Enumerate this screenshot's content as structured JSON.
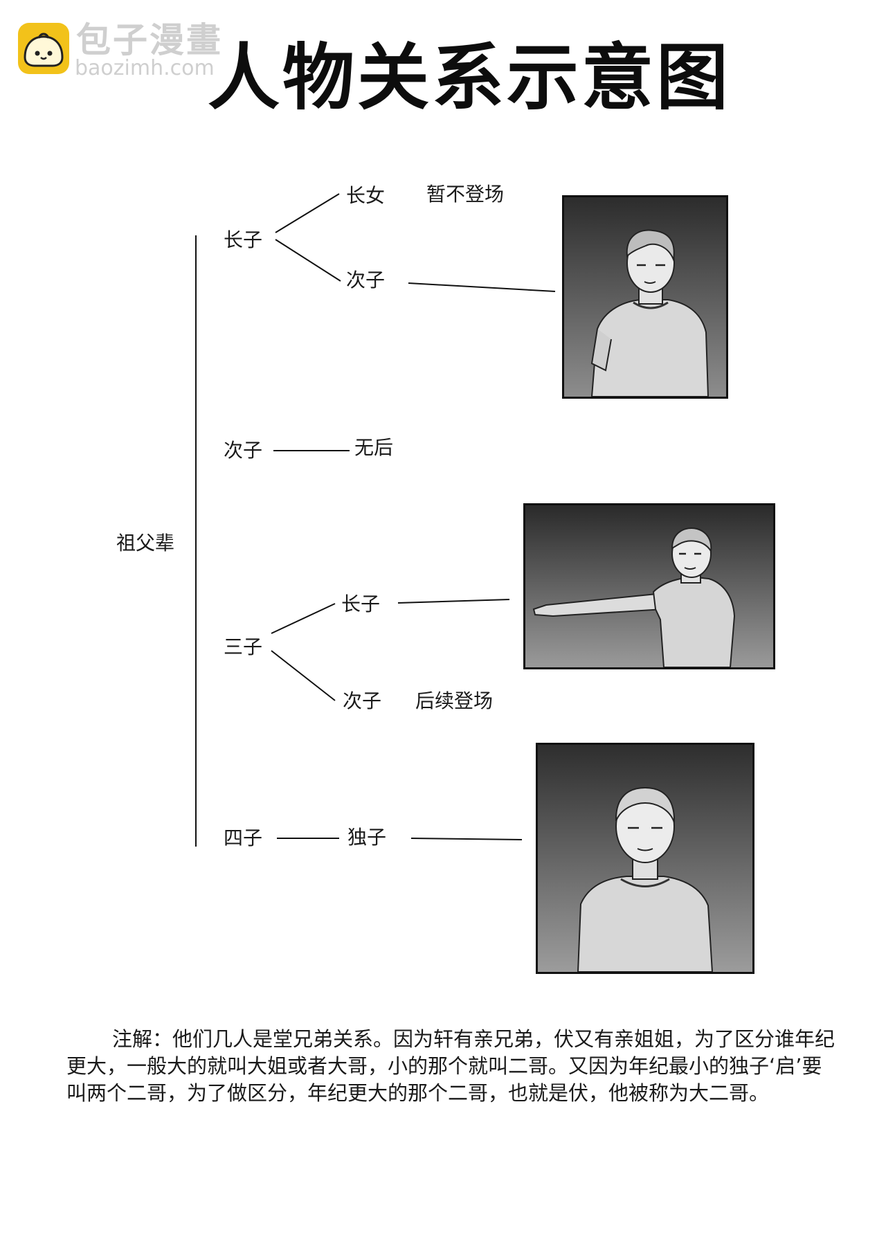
{
  "brand": {
    "name": "包子漫畫",
    "url": "baozimh.com",
    "icon": "bun-face-icon"
  },
  "title": "人物关系示意图",
  "tree": {
    "root": "祖父辈",
    "gen1": {
      "first": "长子",
      "second": "次子",
      "third": "三子",
      "fourth": "四子"
    },
    "first_children": {
      "daughter": "长女",
      "daughter_status": "暂不登场",
      "son": "次子"
    },
    "second_children": {
      "status": "无后"
    },
    "third_children": {
      "first": "长子",
      "second": "次子",
      "second_status": "后续登场"
    },
    "fourth_children": {
      "only": "独子"
    }
  },
  "portraits": [
    "portrait-man-gray-tshirt",
    "portrait-man-pointing",
    "portrait-young-man-shaved-head"
  ],
  "note": "注解：他们几人是堂兄弟关系。因为轩有亲兄弟，伏又有亲姐姐，为了区分谁年纪更大，一般大的就叫大姐或者大哥，小的那个就叫二哥。又因为年纪最小的独子‘启’要叫两个二哥，为了做区分，年纪更大的那个二哥，也就是伏，他被称为大二哥。"
}
